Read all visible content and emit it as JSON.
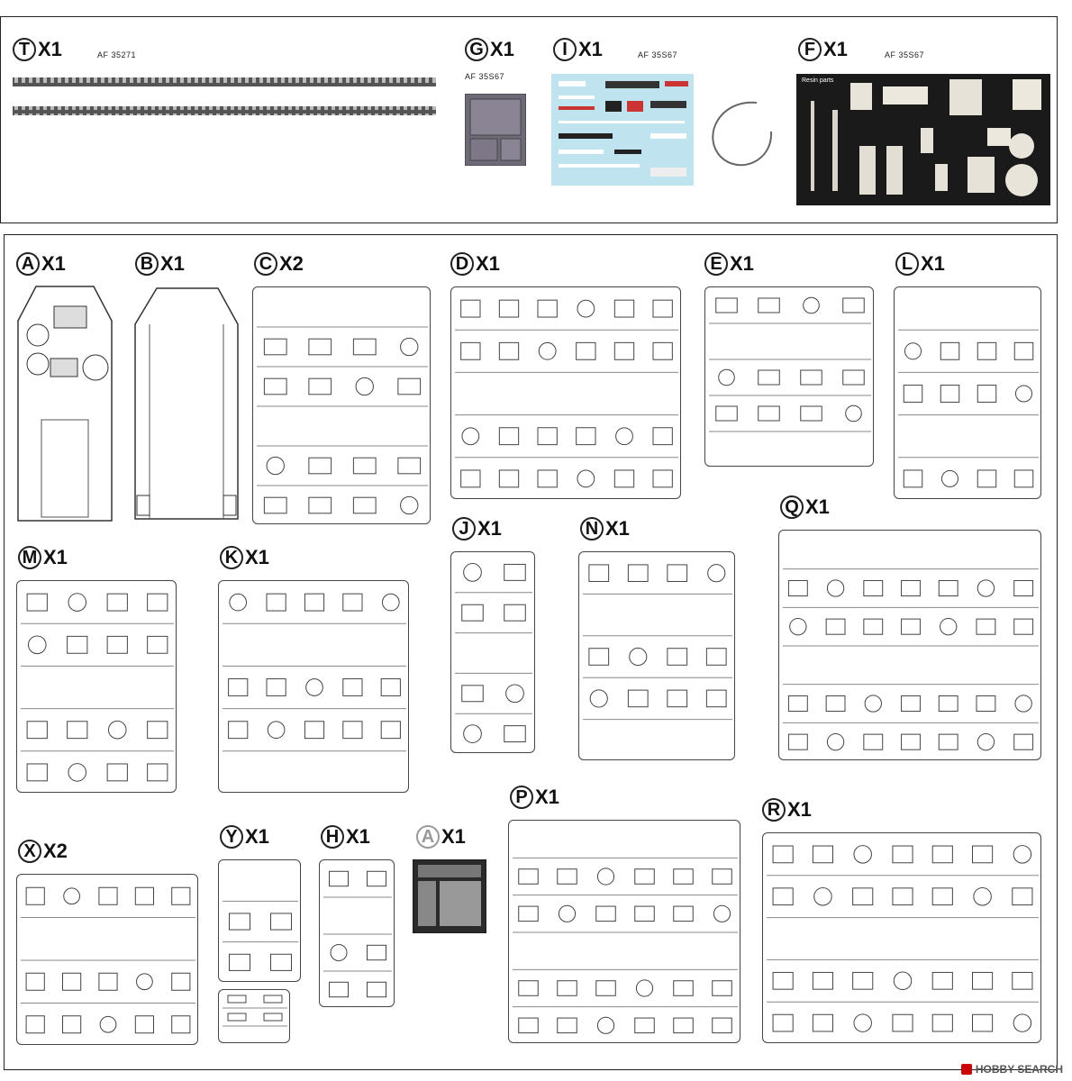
{
  "top": {
    "T": {
      "letter": "T",
      "qty": "X1",
      "code": "AF 35271"
    },
    "G": {
      "letter": "G",
      "qty": "X1",
      "code": "AF 35S67"
    },
    "I": {
      "letter": "I",
      "qty": "X1",
      "code": "AF 35S67"
    },
    "F": {
      "letter": "F",
      "qty": "X1",
      "code": "AF 35S67",
      "resin_title": "Resin parts"
    }
  },
  "sprues": {
    "A": {
      "letter": "A",
      "qty": "X1"
    },
    "B": {
      "letter": "B",
      "qty": "X1"
    },
    "C": {
      "letter": "C",
      "qty": "X2"
    },
    "D": {
      "letter": "D",
      "qty": "X1"
    },
    "E": {
      "letter": "E",
      "qty": "X1"
    },
    "L": {
      "letter": "L",
      "qty": "X1"
    },
    "J": {
      "letter": "J",
      "qty": "X1"
    },
    "N": {
      "letter": "N",
      "qty": "X1"
    },
    "Q": {
      "letter": "Q",
      "qty": "X1"
    },
    "M": {
      "letter": "M",
      "qty": "X1"
    },
    "K": {
      "letter": "K",
      "qty": "X1"
    },
    "P": {
      "letter": "P",
      "qty": "X1"
    },
    "R": {
      "letter": "R",
      "qty": "X1"
    },
    "X": {
      "letter": "X",
      "qty": "X2"
    },
    "Y": {
      "letter": "Y",
      "qty": "X1"
    },
    "H": {
      "letter": "H",
      "qty": "X1"
    },
    "A2": {
      "letter": "A",
      "qty": "X1"
    }
  },
  "watermark": "HOBBY SEARCH",
  "colors": {
    "line": "#222222",
    "decal_bg": "#bfe4ef",
    "photo_bg": "#1a1a1a"
  }
}
